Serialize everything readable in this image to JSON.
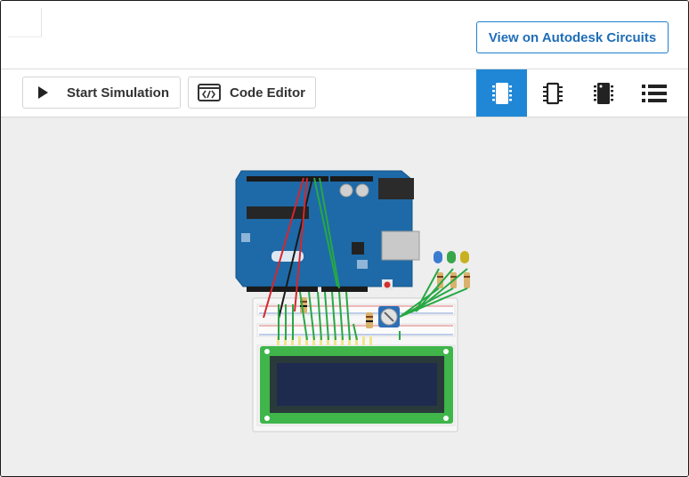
{
  "header": {
    "autodesk_button_label": "View on Autodesk Circuits"
  },
  "toolbar": {
    "start_simulation_label": "Start Simulation",
    "code_editor_label": "Code Editor",
    "view_modes": [
      {
        "icon": "breadboard-view-icon",
        "active": true
      },
      {
        "icon": "schematic-view-icon",
        "active": false
      },
      {
        "icon": "pcb-view-icon",
        "active": false
      },
      {
        "icon": "component-list-icon",
        "active": false
      }
    ]
  },
  "colors": {
    "accent": "#1f87d6",
    "canvas_bg": "#eeeeee",
    "arduino_board": "#1e6aa8",
    "lcd_pcb": "#3fb54a",
    "lcd_screen": "#1f2a4f",
    "wire_green": "#27a844",
    "wire_red": "#d6262d",
    "wire_black": "#1a1a1a",
    "led_blue": "#3a7ccf",
    "led_green": "#3aa64a",
    "led_yellow": "#c9b020"
  }
}
